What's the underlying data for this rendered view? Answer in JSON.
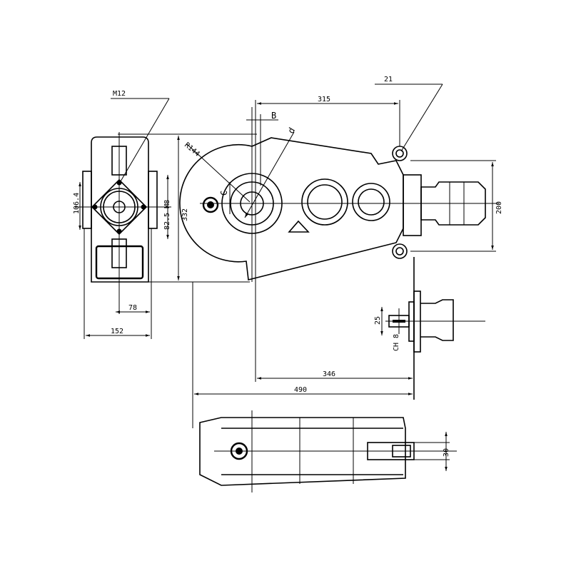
{
  "drawing": {
    "labels": {
      "m12": "M12",
      "d315": "315",
      "d21": "21",
      "b": "B",
      "r144": "R144",
      "d": "d",
      "c": "C",
      "d106": "106.4",
      "d82": "82.5 M8",
      "d332": "332",
      "d200": "200",
      "d78": "78",
      "d152": "152",
      "d25": "25",
      "ch8": "CH 8",
      "d346": "346",
      "d490": "490",
      "d30": "30"
    },
    "colors": {
      "line": "#000000",
      "background": "#ffffff"
    }
  }
}
